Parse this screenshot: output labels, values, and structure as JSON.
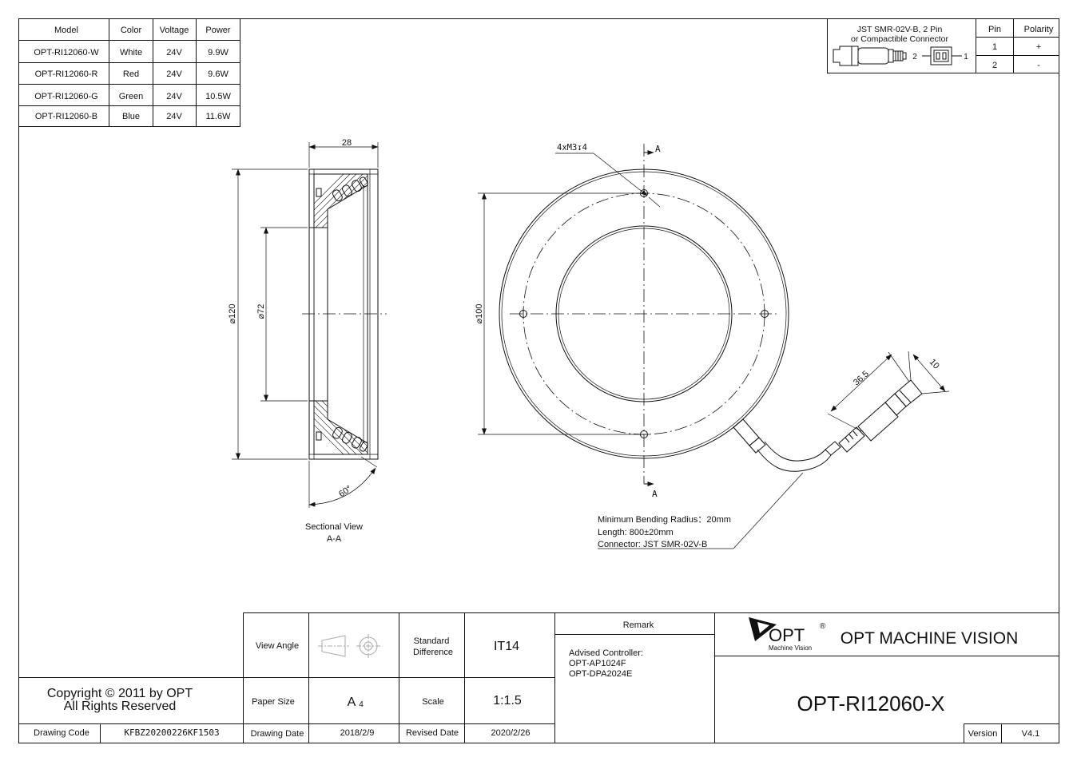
{
  "model_table": {
    "headers": [
      "Model",
      "Color",
      "Voltage",
      "Power"
    ],
    "rows": [
      [
        "OPT-RI12060-W",
        "White",
        "24V",
        "9.9W"
      ],
      [
        "OPT-RI12060-R",
        "Red",
        "24V",
        "9.6W"
      ],
      [
        "OPT-RI12060-G",
        "Green",
        "24V",
        "10.5W"
      ],
      [
        "OPT-RI12060-B",
        "Blue",
        "24V",
        "11.6W"
      ]
    ]
  },
  "connector_table": {
    "title_line1": "JST SMR-02V-B, 2 Pin",
    "title_line2": "or Compactible Connector",
    "pin_label_2": "2",
    "pin_label_1": "1",
    "headers": [
      "Pin",
      "Polarity"
    ],
    "rows": [
      [
        "1",
        "+"
      ],
      [
        "2",
        "-"
      ]
    ]
  },
  "dimensions": {
    "width_28": "28",
    "dia_120": "⌀120",
    "dia_72": "⌀72",
    "dia_100": "⌀100",
    "angle_60": "60°",
    "thread_note": "4xM3↧4",
    "section_a": "A",
    "len_36_5": "36.5",
    "len_10": "10"
  },
  "labels": {
    "sectional_view": "Sectional View",
    "sectional_view_id": "A-A"
  },
  "cable_notes": {
    "bending_radius": "Minimum Bending Radius：20mm",
    "length": "Length: 800±20mm",
    "connector": "Connector: JST SMR-02V-B"
  },
  "title_block": {
    "copyright_line1": "Copyright © 2011 by OPT",
    "copyright_line2": "All Rights Reserved",
    "drawing_code_label": "Drawing Code",
    "drawing_code_value": "KFBZ20200226KF1503",
    "view_angle_label": "View Angle",
    "standard_difference_label_1": "Standard",
    "standard_difference_label_2": "Difference",
    "standard_difference_value": "IT14",
    "paper_size_label": "Paper Size",
    "paper_size_value": "A",
    "paper_size_sub": "4",
    "scale_label": "Scale",
    "scale_value": "1:1.5",
    "drawing_date_label": "Drawing Date",
    "drawing_date_value": "2018/2/9",
    "revised_date_label": "Revised Date",
    "revised_date_value": "2020/2/26",
    "remark_label": "Remark",
    "remark_line1": "Advised Controller:",
    "remark_line2": "OPT-AP1024F",
    "remark_line3": "OPT-DPA2024E",
    "logo_text": "OPT",
    "logo_registered": "®",
    "logo_subtitle": "Machine Vision",
    "company_name": "OPT MACHINE VISION",
    "part_number": "OPT-RI12060-X",
    "version_label": "Version",
    "version_value": "V4.1"
  }
}
